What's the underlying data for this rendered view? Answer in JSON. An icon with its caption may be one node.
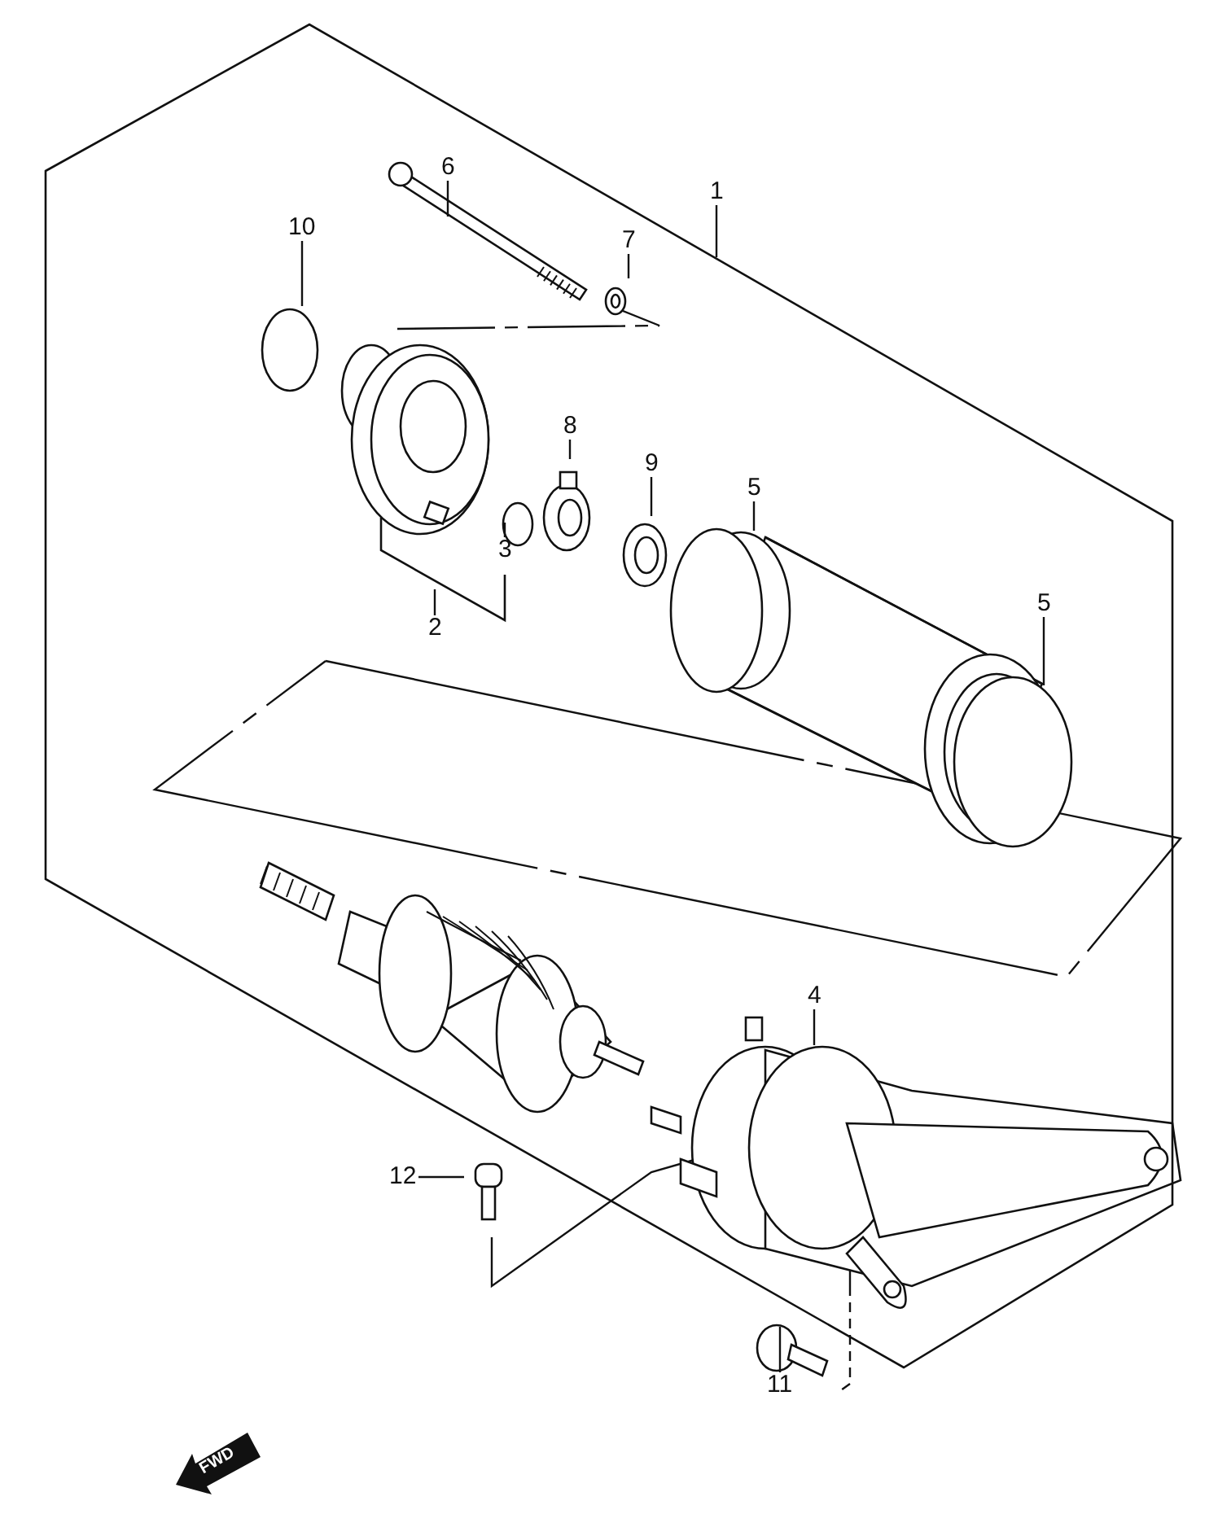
{
  "diagram": {
    "nodes": [
      {
        "text": [
          "6"
        ]
      },
      {
        "text": [
          "1"
        ]
      },
      {
        "text": [
          "10"
        ]
      },
      {
        "text": [
          "7"
        ]
      },
      {
        "text": [
          "8"
        ]
      },
      {
        "text": [
          "9"
        ]
      },
      {
        "text": [
          "5"
        ]
      },
      {
        "text": [
          "3"
        ]
      },
      {
        "text": [
          "5"
        ]
      },
      {
        "text": [
          "2"
        ]
      },
      {
        "text": [
          "4"
        ]
      },
      {
        "text": [
          "12"
        ]
      },
      {
        "text": [
          "11"
        ]
      }
    ],
    "edges": [
      {
        "from": 0,
        "to": null,
        "arrow": "none"
      },
      {
        "from": 1,
        "to": null,
        "arrow": "none"
      },
      {
        "from": 2,
        "to": null,
        "arrow": "none"
      },
      {
        "from": 3,
        "to": null,
        "arrow": "none"
      },
      {
        "from": 4,
        "to": null,
        "arrow": "none"
      },
      {
        "from": 5,
        "to": null,
        "arrow": "none"
      },
      {
        "from": 6,
        "to": null,
        "arrow": "none"
      },
      {
        "from": 7,
        "to": null,
        "arrow": "none"
      },
      {
        "from": 8,
        "to": null,
        "arrow": "none"
      },
      {
        "from": 9,
        "to": null,
        "arrow": "none"
      },
      {
        "from": 10,
        "to": null,
        "arrow": "none"
      },
      {
        "from": 11,
        "to": null,
        "arrow": "none"
      },
      {
        "from": 12,
        "to": null,
        "arrow": "none"
      }
    ],
    "labels": [
      "FWD"
    ]
  }
}
